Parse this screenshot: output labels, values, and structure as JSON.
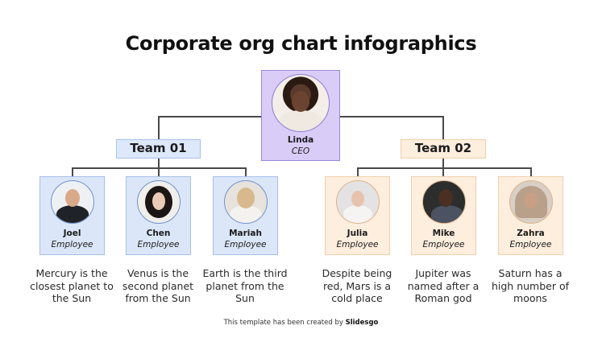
{
  "title": "Corporate org chart infographics",
  "colors": {
    "ceo_fill": "#d9ccf7",
    "ceo_border": "#9a86d9",
    "team01_fill": "#dde8fa",
    "team01_border": "#a9c2ec",
    "team02_fill": "#fdeede",
    "team02_border": "#f1cfa9",
    "connector": "#4a4a4a"
  },
  "ceo": {
    "name": "Linda",
    "role": "CEO",
    "icon": "portrait-photo"
  },
  "teams": [
    {
      "label": "Team 01",
      "members": [
        {
          "name": "Joel",
          "role": "Employee",
          "description": "Mercury is the closest planet to the Sun",
          "icon": "portrait-photo"
        },
        {
          "name": "Chen",
          "role": "Employee",
          "description": "Venus is the second planet from the Sun",
          "icon": "portrait-photo"
        },
        {
          "name": "Mariah",
          "role": "Employee",
          "description": "Earth is the third planet from the Sun",
          "icon": "portrait-photo"
        }
      ]
    },
    {
      "label": "Team 02",
      "members": [
        {
          "name": "Julia",
          "role": "Employee",
          "description": "Despite being red, Mars is a cold place",
          "icon": "portrait-photo"
        },
        {
          "name": "Mike",
          "role": "Employee",
          "description": "Jupiter was named after a Roman god",
          "icon": "portrait-photo"
        },
        {
          "name": "Zahra",
          "role": "Employee",
          "description": "Saturn has a high number of moons",
          "icon": "portrait-photo"
        }
      ]
    }
  ],
  "footer": {
    "prefix": "This template has been created by ",
    "brand": "Slidesgo"
  }
}
